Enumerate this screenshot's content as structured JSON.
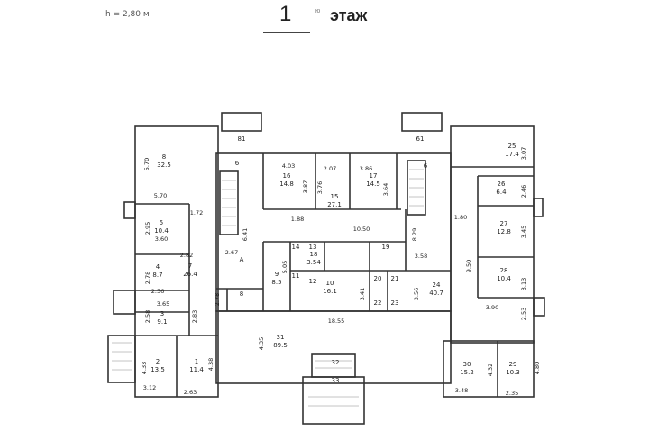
{
  "header": {
    "height_label": "h = 2,80 м",
    "floor_number": "1",
    "floor_suffix": "ю",
    "floor_word": "этаж"
  },
  "rooms": [
    {
      "num": "8",
      "area": "32.5"
    },
    {
      "num": "5",
      "area": "10.4"
    },
    {
      "num": "7",
      "area": "26.4"
    },
    {
      "num": "4",
      "area": "8.7"
    },
    {
      "num": "3",
      "area": "9.1"
    },
    {
      "num": "2",
      "area": "13.5"
    },
    {
      "num": "1",
      "area": "11.4"
    },
    {
      "num": "16",
      "area": "14.8"
    },
    {
      "num": "15",
      "area": "27.1"
    },
    {
      "num": "17",
      "area": "14.5"
    },
    {
      "num": "18",
      "area": "3.54"
    },
    {
      "num": "9",
      "area": "8.5"
    },
    {
      "num": "10",
      "area": "16.1"
    },
    {
      "num": "31",
      "area": "89.5"
    },
    {
      "num": "24",
      "area": "40.7"
    },
    {
      "num": "25",
      "area": "17.4"
    },
    {
      "num": "26",
      "area": "6.4"
    },
    {
      "num": "27",
      "area": "12.8"
    },
    {
      "num": "28",
      "area": "10.4"
    },
    {
      "num": "30",
      "area": "15.2"
    },
    {
      "num": "29",
      "area": "10.3"
    }
  ],
  "small_labels": [
    "14",
    "13",
    "11",
    "12",
    "19",
    "20",
    "21",
    "22",
    "23",
    "6",
    "6",
    "А",
    "8",
    "32",
    "33",
    "81",
    "61"
  ],
  "dims": [
    "5.70",
    "5.70",
    "1.72",
    "2.95",
    "3.60",
    "2.82",
    "2.78",
    "2.56",
    "3.65",
    "2.58",
    "2.83",
    "4.33",
    "3.12",
    "4.38",
    "2.63",
    "2.67",
    "6.41",
    "2.78",
    "4.03",
    "2.07",
    "3.86",
    "3.87",
    "3.76",
    "3.64",
    "1.88",
    "10.50",
    "5.05",
    "8.29",
    "3.58",
    "3.41",
    "3.56",
    "18.55",
    "4.35",
    "3.07",
    "2.46",
    "1.80",
    "3.45",
    "9.50",
    "3.13",
    "3.90",
    "2.53",
    "4.32",
    "4.80",
    "3.48",
    "2.35"
  ]
}
